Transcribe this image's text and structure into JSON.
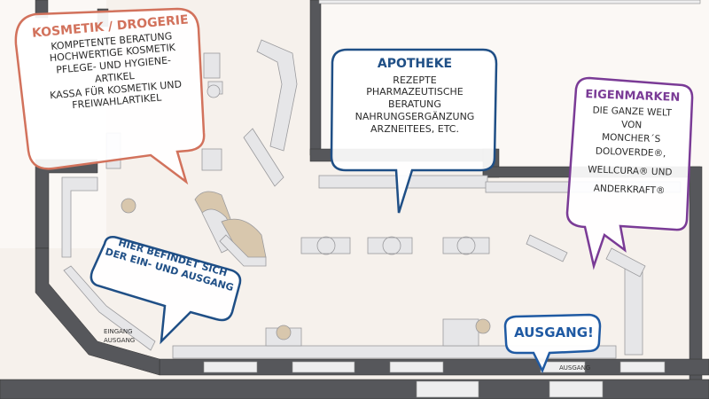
{
  "colors": {
    "floor": "#f7f2ee",
    "wall": "#56575b",
    "furniture": "#e6e6e8",
    "furniture_stroke": "#9a9a9d",
    "wood": "#d8c7ad",
    "kosmetik": "#d2725c",
    "apotheke": "#1f4f86",
    "eigenmarken": "#7a3b96",
    "ausgang": "#1f5aa3"
  },
  "bubbles": {
    "kosmetik": {
      "title": "KOSMETIK / DROGERIE",
      "lines": [
        "KOMPETENTE BERATUNG",
        "HOCHWERTIGE KOSMETIK",
        "PFLEGE- UND HYGIENE-",
        "ARTIKEL",
        "KASSA FÜR KOSMETIK UND",
        "FREIWAHLARTIKEL"
      ]
    },
    "apotheke": {
      "title": "APOTHEKE",
      "lines": [
        "REZEPTE",
        "PHARMAZEUTISCHE",
        "BERATUNG",
        "NAHRUNGSERGÄNZUNG",
        "ARZNEITEES, ETC."
      ]
    },
    "eigenmarken": {
      "title": "EIGENMARKEN",
      "lines": [
        "DIE GANZE WELT",
        "VON",
        "MONCHER´S",
        "DOLOVERDE®,",
        "WELLCURA® UND",
        "ANDERKRAFT®"
      ]
    },
    "eingang": {
      "lines": [
        "HIER BEFINDET SICH",
        "DER EIN- UND AUSGANG"
      ]
    },
    "ausgang": {
      "title": "AUSGANG!"
    }
  },
  "floor_labels": {
    "eingang": "EINGANG",
    "ausgang": "AUSGANG",
    "ausgang_right": "AUSGANG"
  }
}
